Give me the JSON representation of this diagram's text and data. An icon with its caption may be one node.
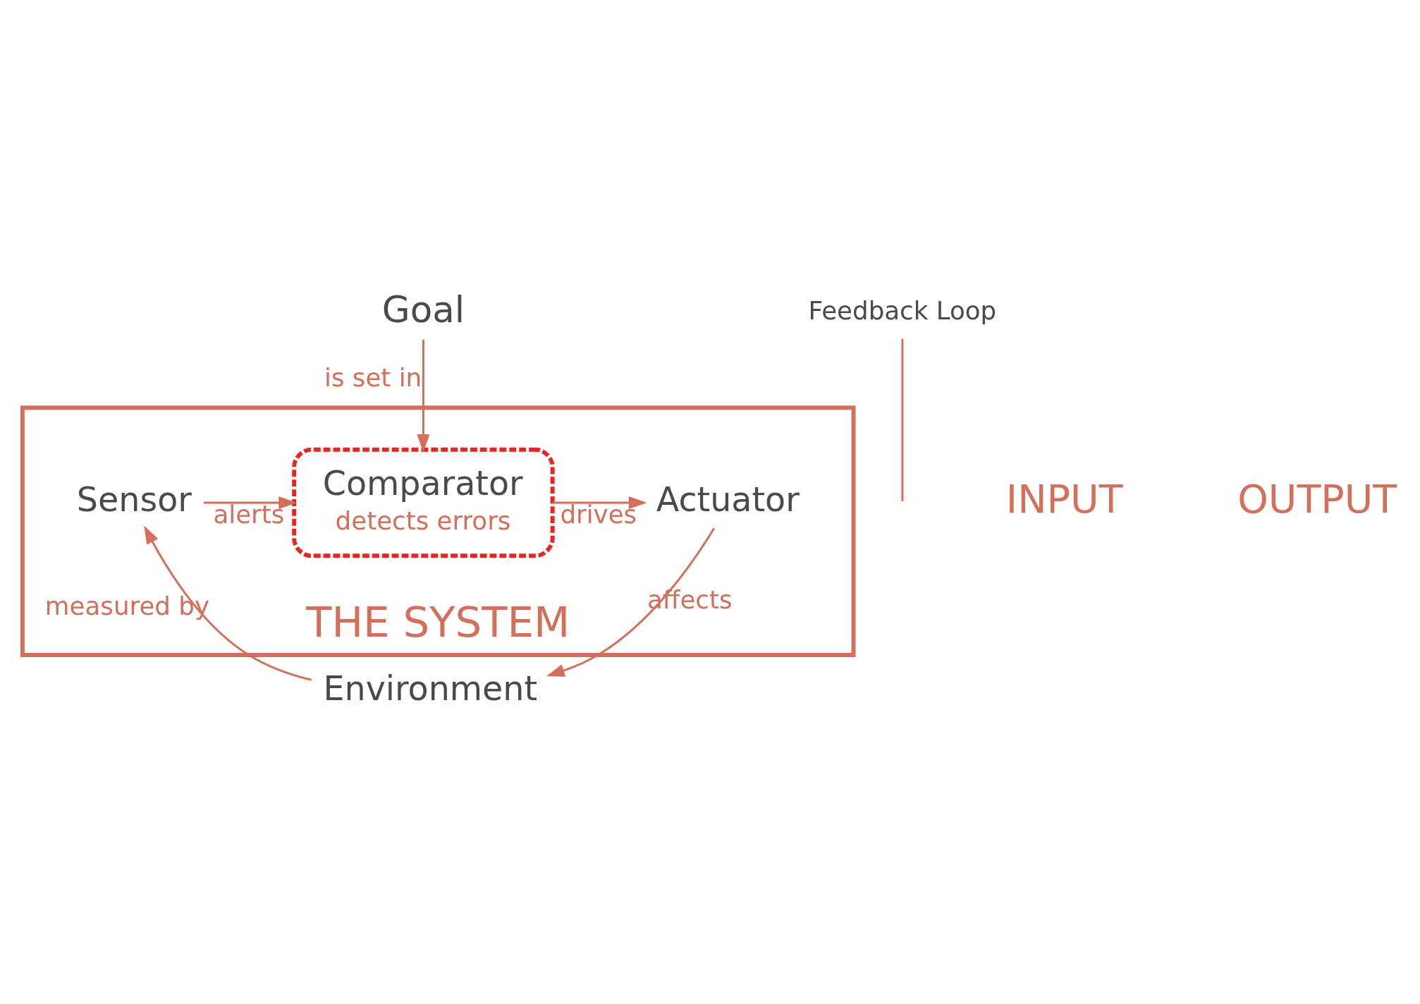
{
  "diagram": {
    "nodes": [
      {
        "text": [
          "Goal"
        ]
      },
      {
        "text": [
          "THE SYSTEM"
        ]
      },
      {
        "text": [
          "Sensor"
        ],
        "in": 1
      },
      {
        "text": [
          "Comparator",
          "detects errors"
        ],
        "in": 1
      },
      {
        "text": [
          "Actuator"
        ],
        "in": 1
      },
      {
        "text": [
          "Environment"
        ]
      },
      {
        "text": [
          "Feedback Loop"
        ]
      }
    ],
    "edges": [
      {
        "from": 0,
        "to": 3,
        "arrow": "to",
        "label": "is set in"
      },
      {
        "from": 2,
        "to": 3,
        "arrow": "to",
        "label": "alerts"
      },
      {
        "from": 3,
        "to": 4,
        "arrow": "to",
        "label": "drives"
      },
      {
        "from": 4,
        "to": 5,
        "arrow": "to",
        "label": "affects"
      },
      {
        "from": 5,
        "to": 2,
        "arrow": "to",
        "label": "measured by"
      },
      {
        "from": 6,
        "to": null,
        "arrow": "none"
      }
    ],
    "labels": [
      "INPUT",
      "OUTPUT"
    ]
  }
}
